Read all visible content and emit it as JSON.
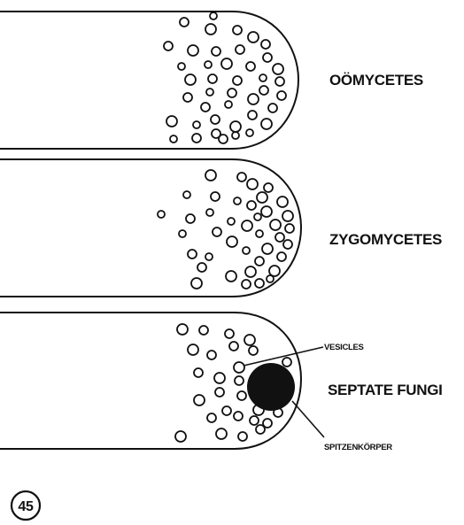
{
  "labels": {
    "oomycetes": "OÖMYCETES",
    "zygomycetes": "ZYGOMYCETES",
    "septate_fungi": "SEPTATE FUNGI",
    "vesicles": "VESICLES",
    "spitzenkorper": "SPITZENKÖRPER"
  },
  "figure_number": "45",
  "colors": {
    "ink": "#111111",
    "background": "#ffffff"
  }
}
